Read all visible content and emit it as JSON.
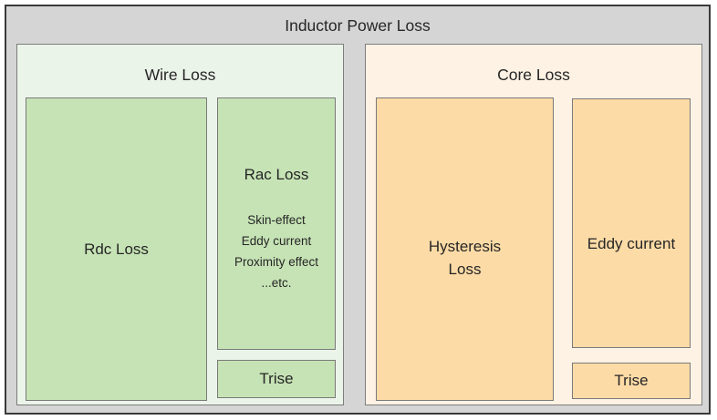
{
  "diagram": {
    "title": "Inductor Power Loss",
    "wire": {
      "title": "Wire Loss",
      "rdc_label": "Rdc Loss",
      "rac_label": "Rac Loss",
      "rac_details": [
        "Skin-effect",
        "Eddy current",
        "Proximity effect",
        "...etc."
      ],
      "trise_label": "Trise"
    },
    "core": {
      "title": "Core Loss",
      "hysteresis_label": "Hysteresis\nLoss",
      "eddy_label": "Eddy current",
      "trise_label": "Trise"
    },
    "colors": {
      "outer_fill": "#d5d5d5",
      "outer_border": "#3a3a3a",
      "wire_group_fill": "#ebf4e9",
      "wire_box_fill": "#c6e3b5",
      "core_group_fill": "#fdf2e3",
      "core_box_fill": "#fcdba6",
      "box_border": "#7a7a7a",
      "text": "#262626"
    }
  }
}
